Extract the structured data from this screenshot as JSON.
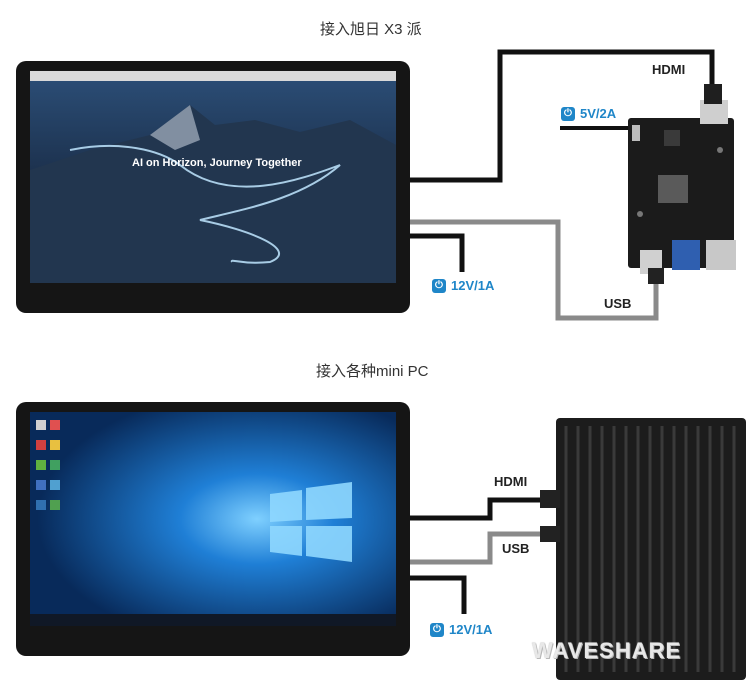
{
  "sections": {
    "top_title": "接入旭日 X3 派",
    "bottom_title": "接入各种mini PC"
  },
  "top": {
    "hdmi_label": "HDMI",
    "power_label_board": "5V/2A",
    "power_label_display": "12V/1A",
    "usb_label": "USB",
    "screen_tagline": "AI on Horizon, Journey Together"
  },
  "bottom": {
    "hdmi_label": "HDMI",
    "usb_label": "USB",
    "power_label_display": "12V/1A"
  },
  "brand": "WAVESHARE",
  "icons": {
    "power": "power-icon"
  },
  "colors": {
    "power_blue": "#1f86c8",
    "cable_black": "#111111",
    "cable_grey": "#8a8a8a"
  }
}
